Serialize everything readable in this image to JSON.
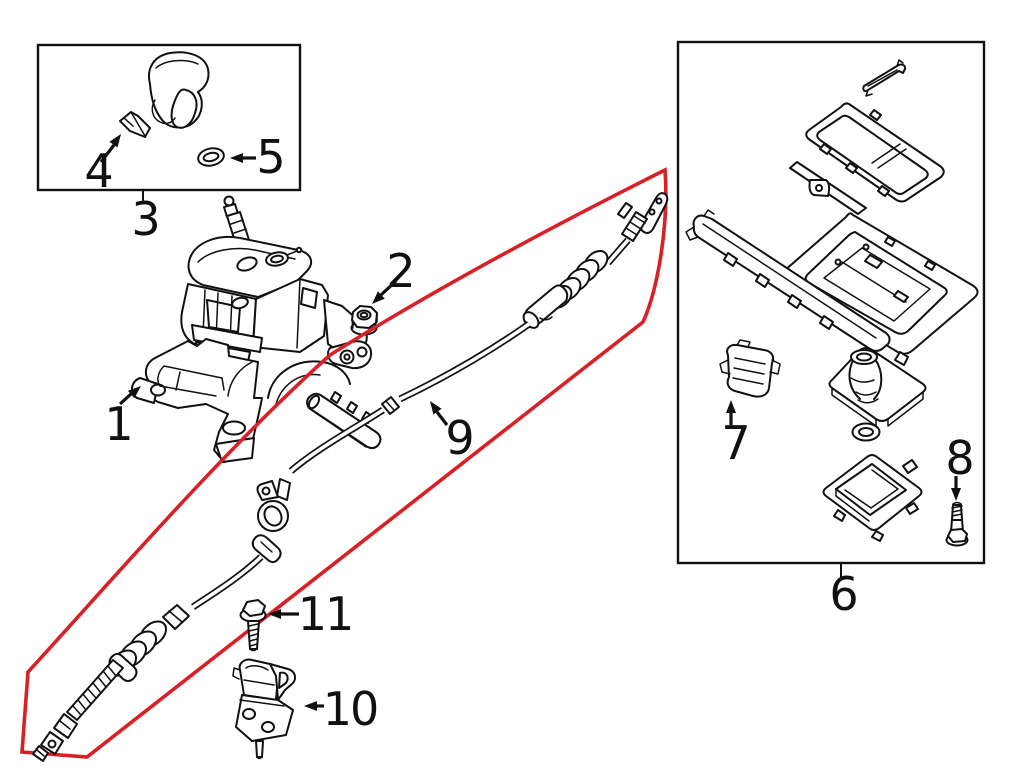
{
  "diagram": {
    "type": "exploded-parts-diagram",
    "subject": "gear shift control and console",
    "colors": {
      "background": "#ffffff",
      "line_art": "#111111",
      "highlight_outline": "#d92027"
    },
    "highlighted_callout": "9"
  },
  "callouts": {
    "c1": {
      "label": "1"
    },
    "c2": {
      "label": "2"
    },
    "c3": {
      "label": "3"
    },
    "c4": {
      "label": "4"
    },
    "c5": {
      "label": "5"
    },
    "c6": {
      "label": "6"
    },
    "c7": {
      "label": "7"
    },
    "c8": {
      "label": "8"
    },
    "c9": {
      "label": "9"
    },
    "c10": {
      "label": "10"
    },
    "c11": {
      "label": "11"
    }
  }
}
